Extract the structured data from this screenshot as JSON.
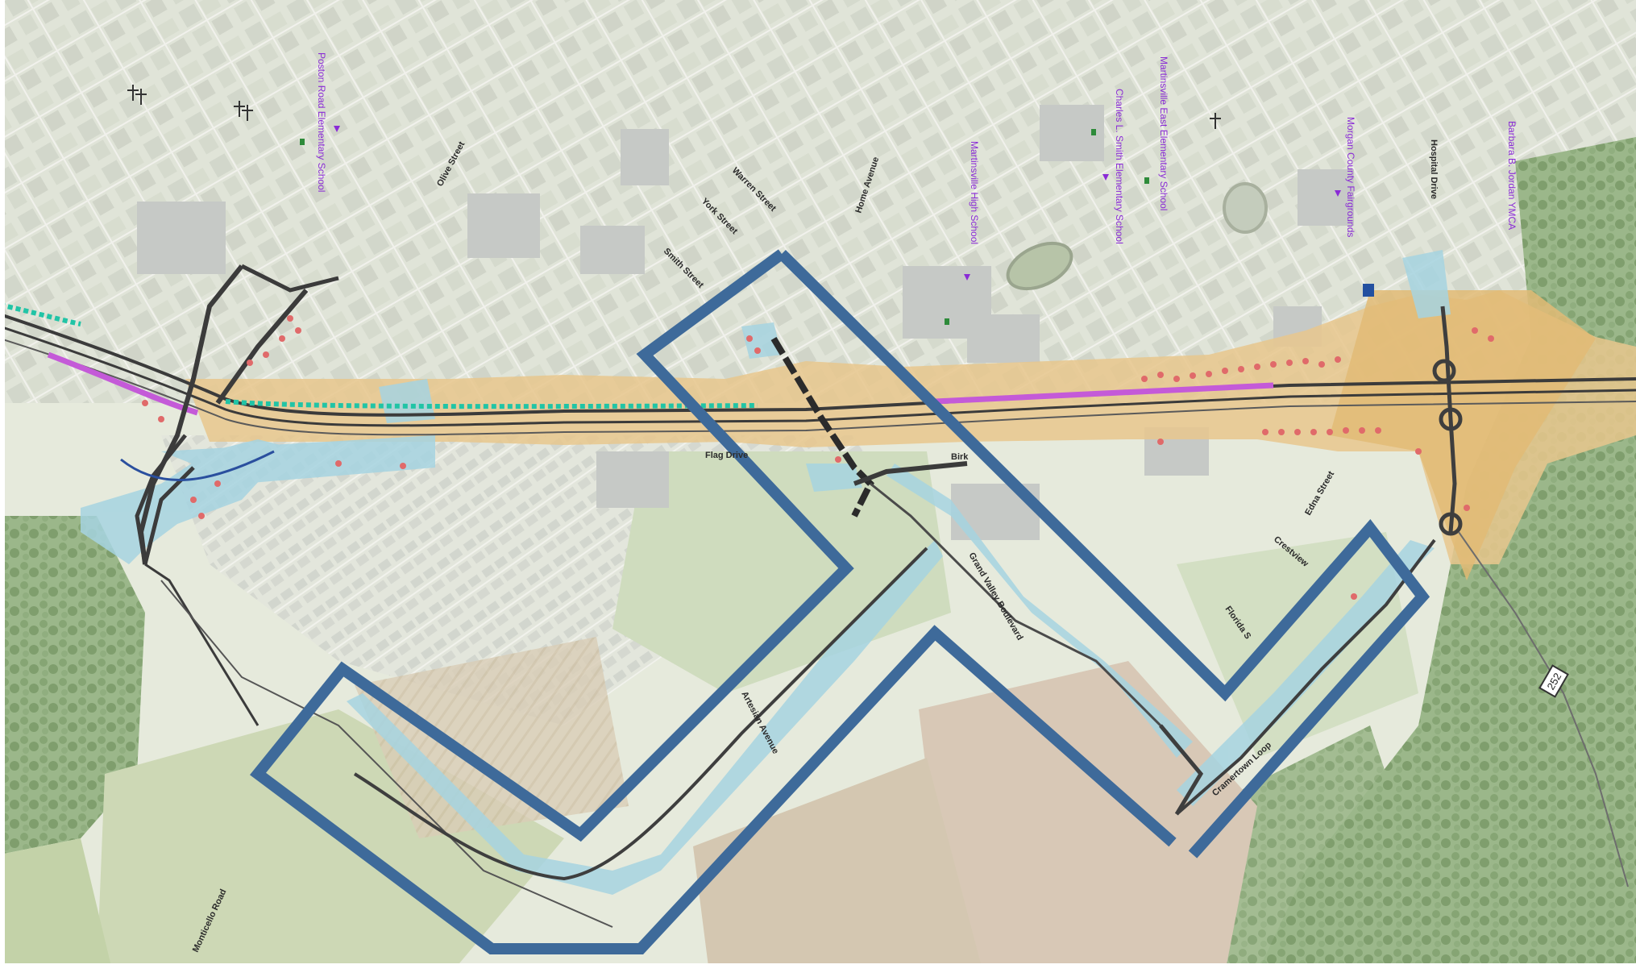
{
  "map": {
    "colors": {
      "background": "#e6eadc",
      "urban_block": "#d9ddd4",
      "building": "#c9ccc8",
      "field": "#c8d7b0",
      "field_brown": "#d8c7b4",
      "forest": "#8fae7e",
      "water_buffer": "#a8d4e0",
      "corridor_tan": "#e6c58a",
      "highway": "#3b3b3b",
      "magenta_lane": "#c45ad8",
      "green_dash": "#21c4a6",
      "red_dot": "#e06a6a",
      "outline_blue": "#3e6a9a",
      "poi_purple": "#8a2bd6"
    },
    "street_labels": [
      {
        "id": "olive-street",
        "text": "Olive Street"
      },
      {
        "id": "warren-street",
        "text": "Warren Street"
      },
      {
        "id": "york-street",
        "text": "York Street"
      },
      {
        "id": "smith-street",
        "text": "Smith Street"
      },
      {
        "id": "home-avenue",
        "text": "Home Avenue"
      },
      {
        "id": "hospital-drive",
        "text": "Hospital Drive"
      },
      {
        "id": "flag-drive",
        "text": "Flag       Drive"
      },
      {
        "id": "birk",
        "text": "Birk"
      },
      {
        "id": "grand-valley",
        "text": "Grand Valley Boulevard"
      },
      {
        "id": "artesian-avenue",
        "text": "Artesian Avenue"
      },
      {
        "id": "edna-street",
        "text": "Edna Street"
      },
      {
        "id": "crestview",
        "text": "Crestview"
      },
      {
        "id": "florida",
        "text": "Florida S"
      },
      {
        "id": "cramertown-loop",
        "text": "Cramertown Loop"
      },
      {
        "id": "monticello-road",
        "text": "Monticello Road"
      }
    ],
    "poi_labels": [
      {
        "id": "poston-road-school",
        "text": "Poston Road Elementary School"
      },
      {
        "id": "martinsville-high",
        "text": "Martinsville High School"
      },
      {
        "id": "east-elementary",
        "text": "Martinsville East Elementary School"
      },
      {
        "id": "charles-smith",
        "text": "Charles L. Smith Elementary School"
      },
      {
        "id": "fairgrounds",
        "text": "Morgan County Fairgrounds"
      },
      {
        "id": "ymca",
        "text": "Barbara B. Jordan YMCA"
      }
    ],
    "route_shield": "252"
  }
}
